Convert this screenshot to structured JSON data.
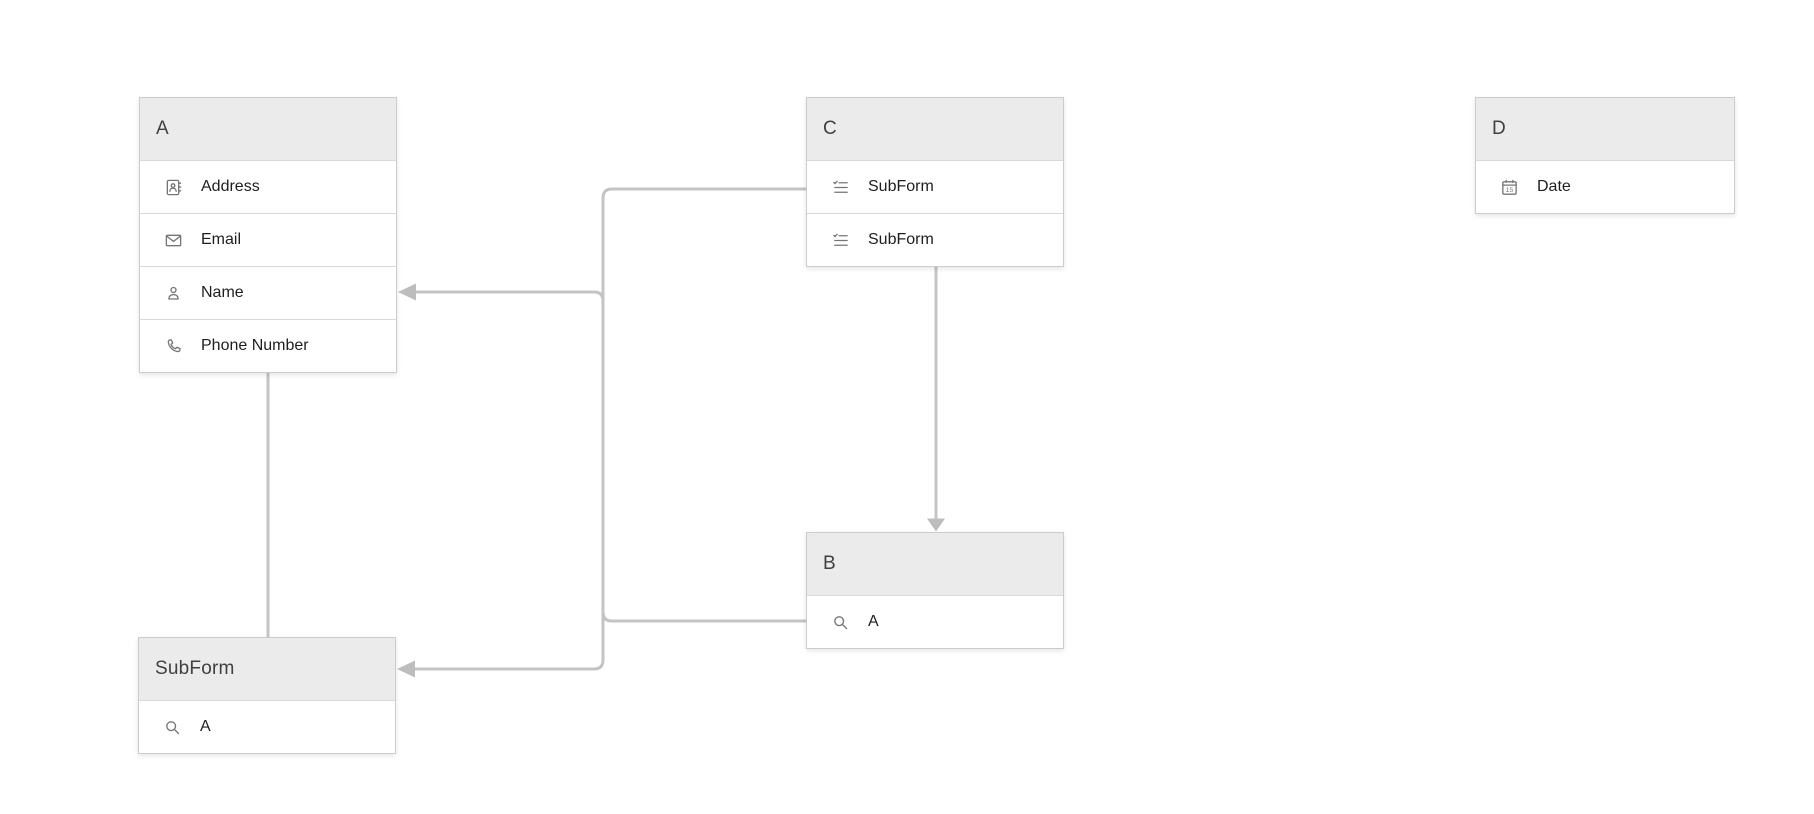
{
  "diagram": {
    "nodes": [
      {
        "title": "A",
        "fields": [
          {
            "icon": "address-book-icon",
            "label": "Address"
          },
          {
            "icon": "envelope-icon",
            "label": "Email"
          },
          {
            "icon": "person-icon",
            "label": "Name"
          },
          {
            "icon": "phone-icon",
            "label": "Phone Number"
          }
        ]
      },
      {
        "title": "C",
        "fields": [
          {
            "icon": "checklist-icon",
            "label": "SubForm"
          },
          {
            "icon": "checklist-icon",
            "label": "SubForm"
          }
        ]
      },
      {
        "title": "D",
        "fields": [
          {
            "icon": "calendar-icon",
            "label": "Date",
            "icon_text": "15"
          }
        ]
      },
      {
        "title": "B",
        "fields": [
          {
            "icon": "search-icon",
            "label": "A"
          }
        ]
      },
      {
        "title": "SubForm",
        "fields": [
          {
            "icon": "search-icon",
            "label": "A"
          }
        ]
      }
    ],
    "connectors": [
      {
        "from": "B",
        "to": "A",
        "style": "arrow into right edge of A at Name row"
      },
      {
        "from": "C",
        "to": "SubForm",
        "style": "arrow into right edge of SubForm header"
      },
      {
        "from": "C",
        "to": "B",
        "style": "arrow down into top edge of B"
      },
      {
        "from": "A",
        "to": "SubForm",
        "style": "plain vertical line, no arrowheads"
      }
    ],
    "colors": {
      "background": "#ffffff",
      "header_bg": "#ebebeb",
      "box_border": "#cccccc",
      "row_separator": "#d9d9d9",
      "connector": "#c4c4c4",
      "arrowhead": "#bdbdbd",
      "header_text": "#404040",
      "field_text": "#1e1e1e",
      "icon": "#757575"
    }
  }
}
